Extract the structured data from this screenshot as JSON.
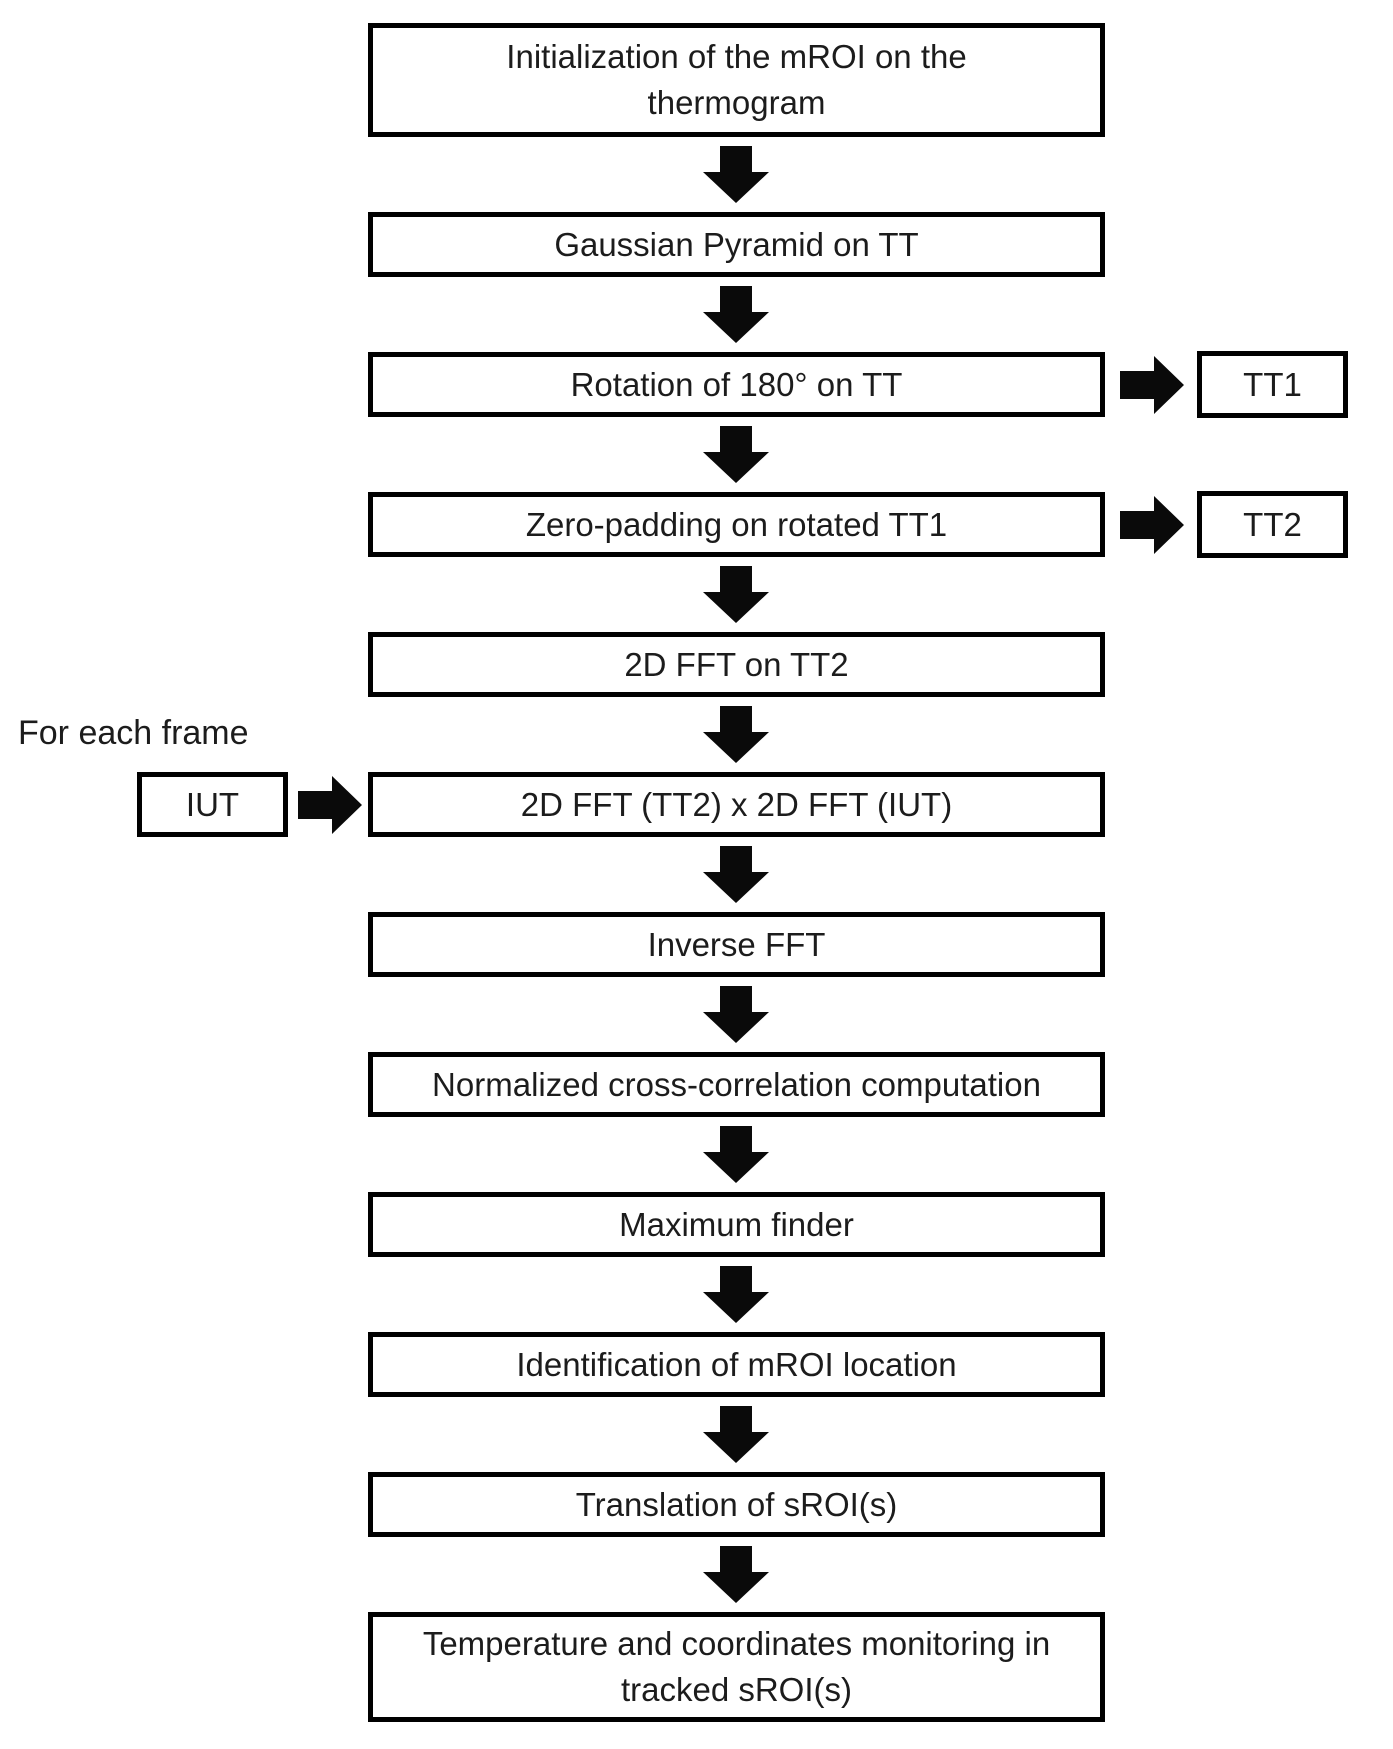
{
  "flow": {
    "steps": [
      {
        "id": "init",
        "label": "Initialization of the mROI on the\nthermogram"
      },
      {
        "id": "gaussian",
        "label": "Gaussian Pyramid on TT"
      },
      {
        "id": "rotation",
        "label": "Rotation of 180° on TT"
      },
      {
        "id": "zeropad",
        "label": "Zero-padding on rotated TT1"
      },
      {
        "id": "fft-tt2",
        "label": "2D FFT on TT2"
      },
      {
        "id": "fft-mult",
        "label": "2D FFT (TT2) x 2D FFT (IUT)"
      },
      {
        "id": "inverse-fft",
        "label": "Inverse FFT"
      },
      {
        "id": "ncc",
        "label": "Normalized cross-correlation computation"
      },
      {
        "id": "max-finder",
        "label": "Maximum finder"
      },
      {
        "id": "identify",
        "label": "Identification of mROI location"
      },
      {
        "id": "translate",
        "label": "Translation of sROI(s)"
      },
      {
        "id": "monitor",
        "label": "Temperature and coordinates monitoring in\ntracked sROI(s)"
      }
    ],
    "side": {
      "tt1_label": "TT1",
      "tt2_label": "TT2",
      "iut_label": "IUT",
      "frame_label": "For each frame"
    },
    "colors": {
      "box_border": "#000000",
      "box_fill": "#ffffff",
      "arrow": "#0a0a0a",
      "text": "#1c1c1c",
      "background": "#ffffff"
    }
  }
}
